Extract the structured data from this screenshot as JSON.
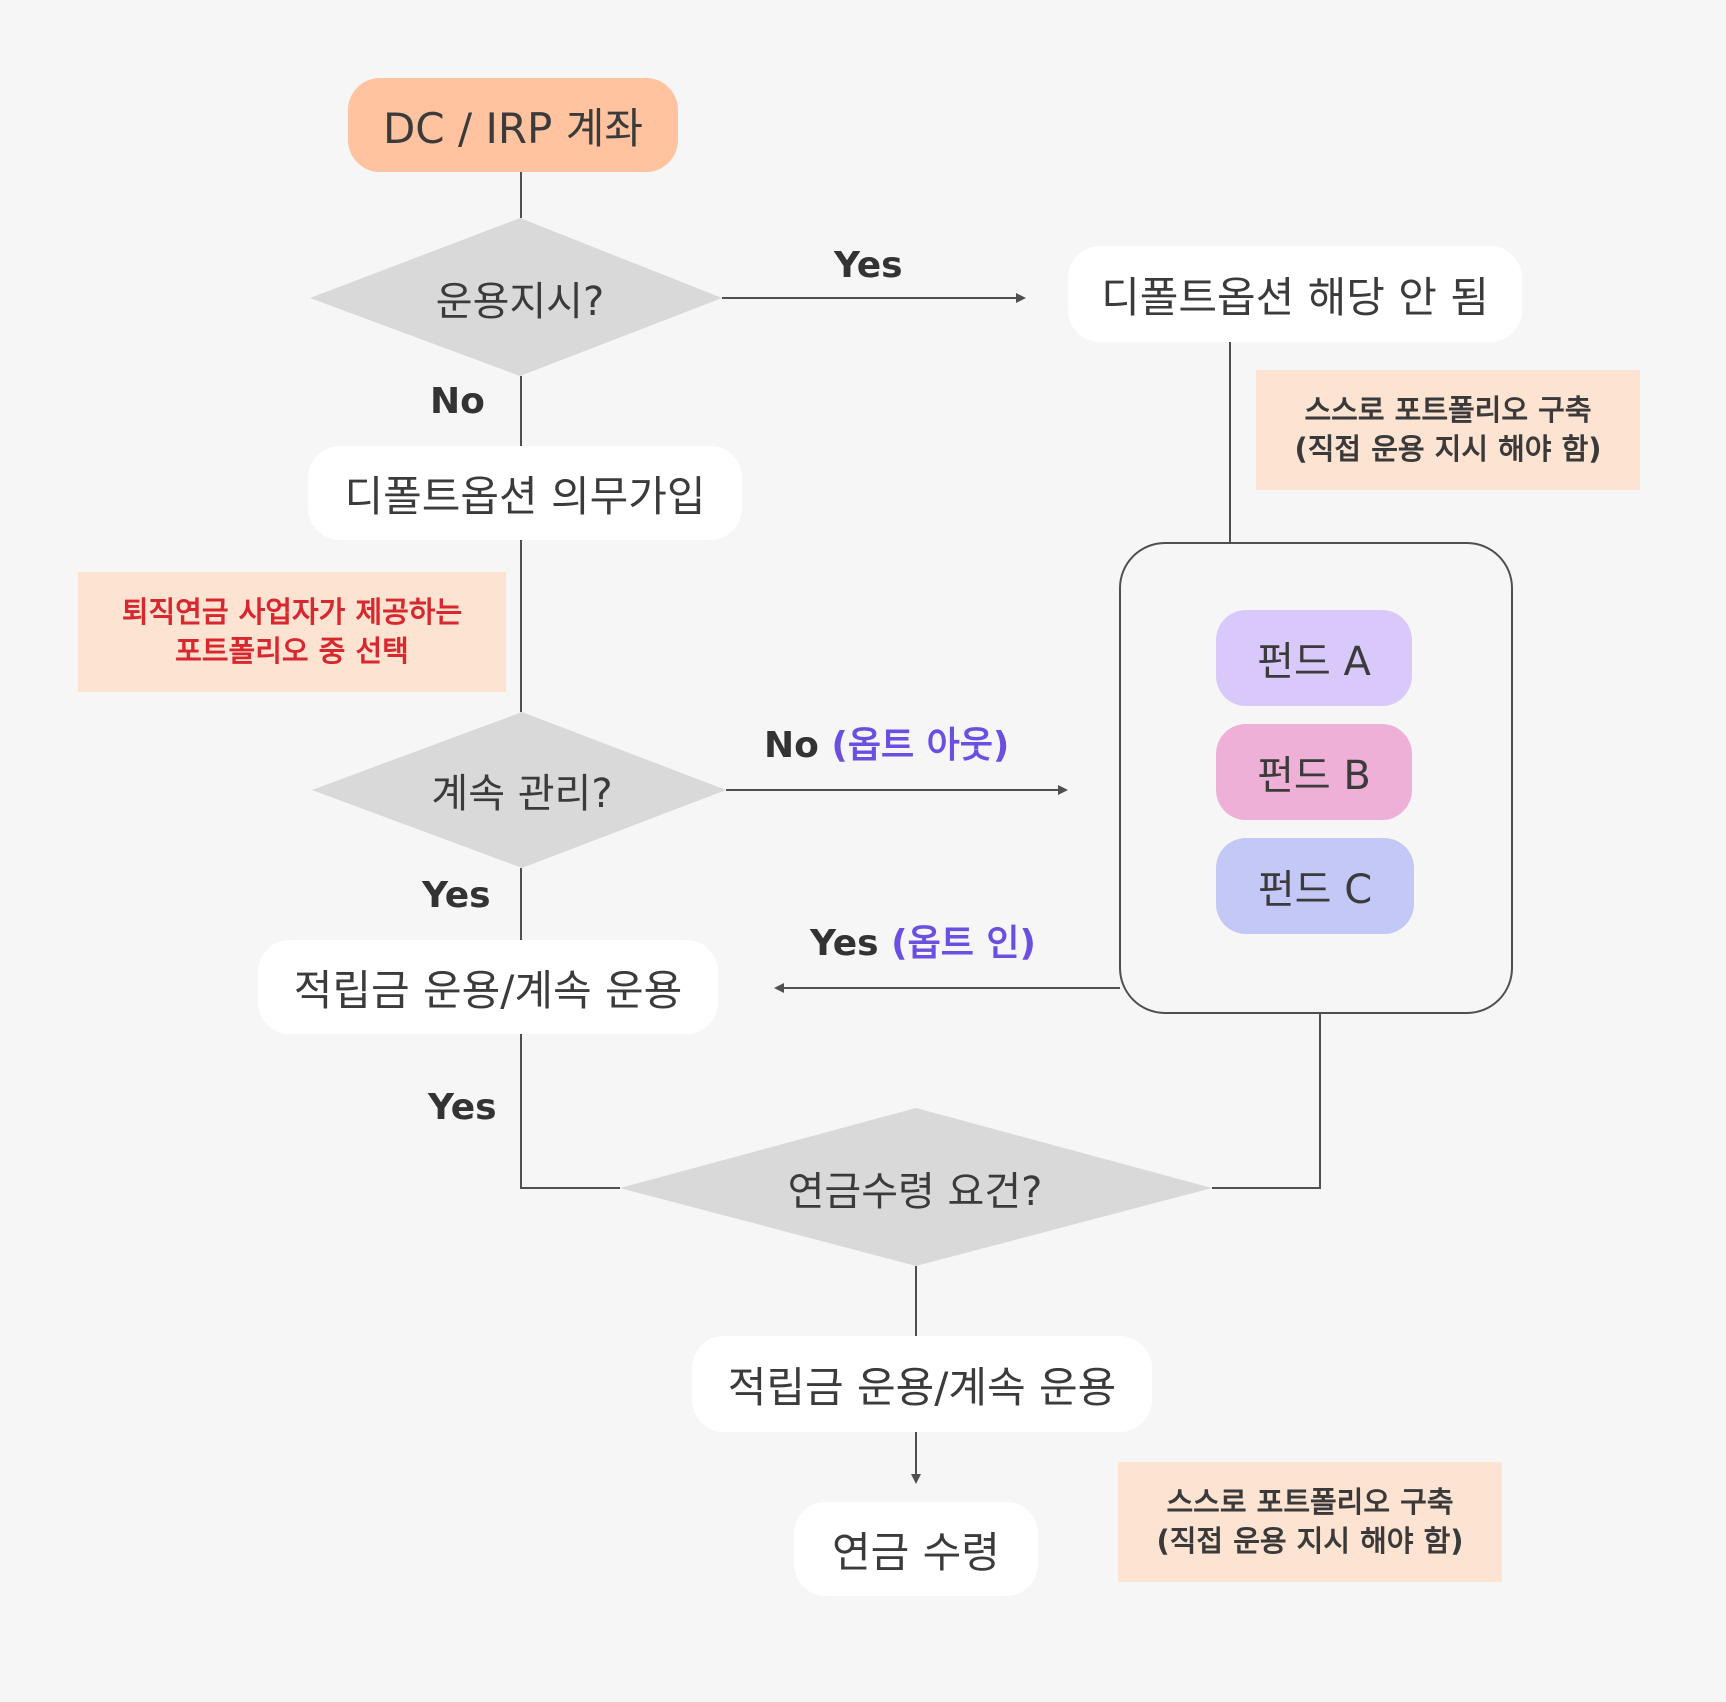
{
  "nodes": {
    "start": "DC / IRP 계좌",
    "decision_instruct": "운용지시?",
    "not_applicable": "디폴트옵션 해당 안 됨",
    "mandatory": "디폴트옵션 의무가입",
    "decision_manage": "계속 관리?",
    "continue_1": "적립금 운용/계속 운용",
    "decision_pension": "연금수령 요건?",
    "continue_2": "적립금 운용/계속 운용",
    "receive": "연금 수령"
  },
  "funds": [
    {
      "label": "펀드 A",
      "color": "#d9c9fb"
    },
    {
      "label": "펀드 B",
      "color": "#eeb0d6"
    },
    {
      "label": "펀드 C",
      "color": "#c4c8f6"
    }
  ],
  "edges": {
    "yes_instruct": "Yes",
    "no_instruct": "No",
    "no_manage": "No",
    "no_manage_accent": "(옵트 아웃)",
    "yes_manage": "Yes",
    "yes_optin": "Yes",
    "yes_optin_accent": "(옵트 인)",
    "yes_pension": "Yes"
  },
  "notes": {
    "self_portfolio_top": {
      "line1": "스스로 포트폴리오 구축",
      "line2": "(직접 운용 지시 해야 함)"
    },
    "provider_portfolio": {
      "line1": "퇴직연금 사업자가 제공하는",
      "line2": "포트폴리오 중 선택"
    },
    "self_portfolio_bottom": {
      "line1": "스스로 포트폴리오 구축",
      "line2": "(직접 운용 지시 해야 함)"
    }
  },
  "colors": {
    "start_fill": "#ffc3a0",
    "decision_fill": "#d9d9d9",
    "note_fill": "#fde3d2",
    "note_red_text": "#d8282f",
    "accent_purple": "#6a4fe0",
    "line": "#4f4f4f"
  }
}
